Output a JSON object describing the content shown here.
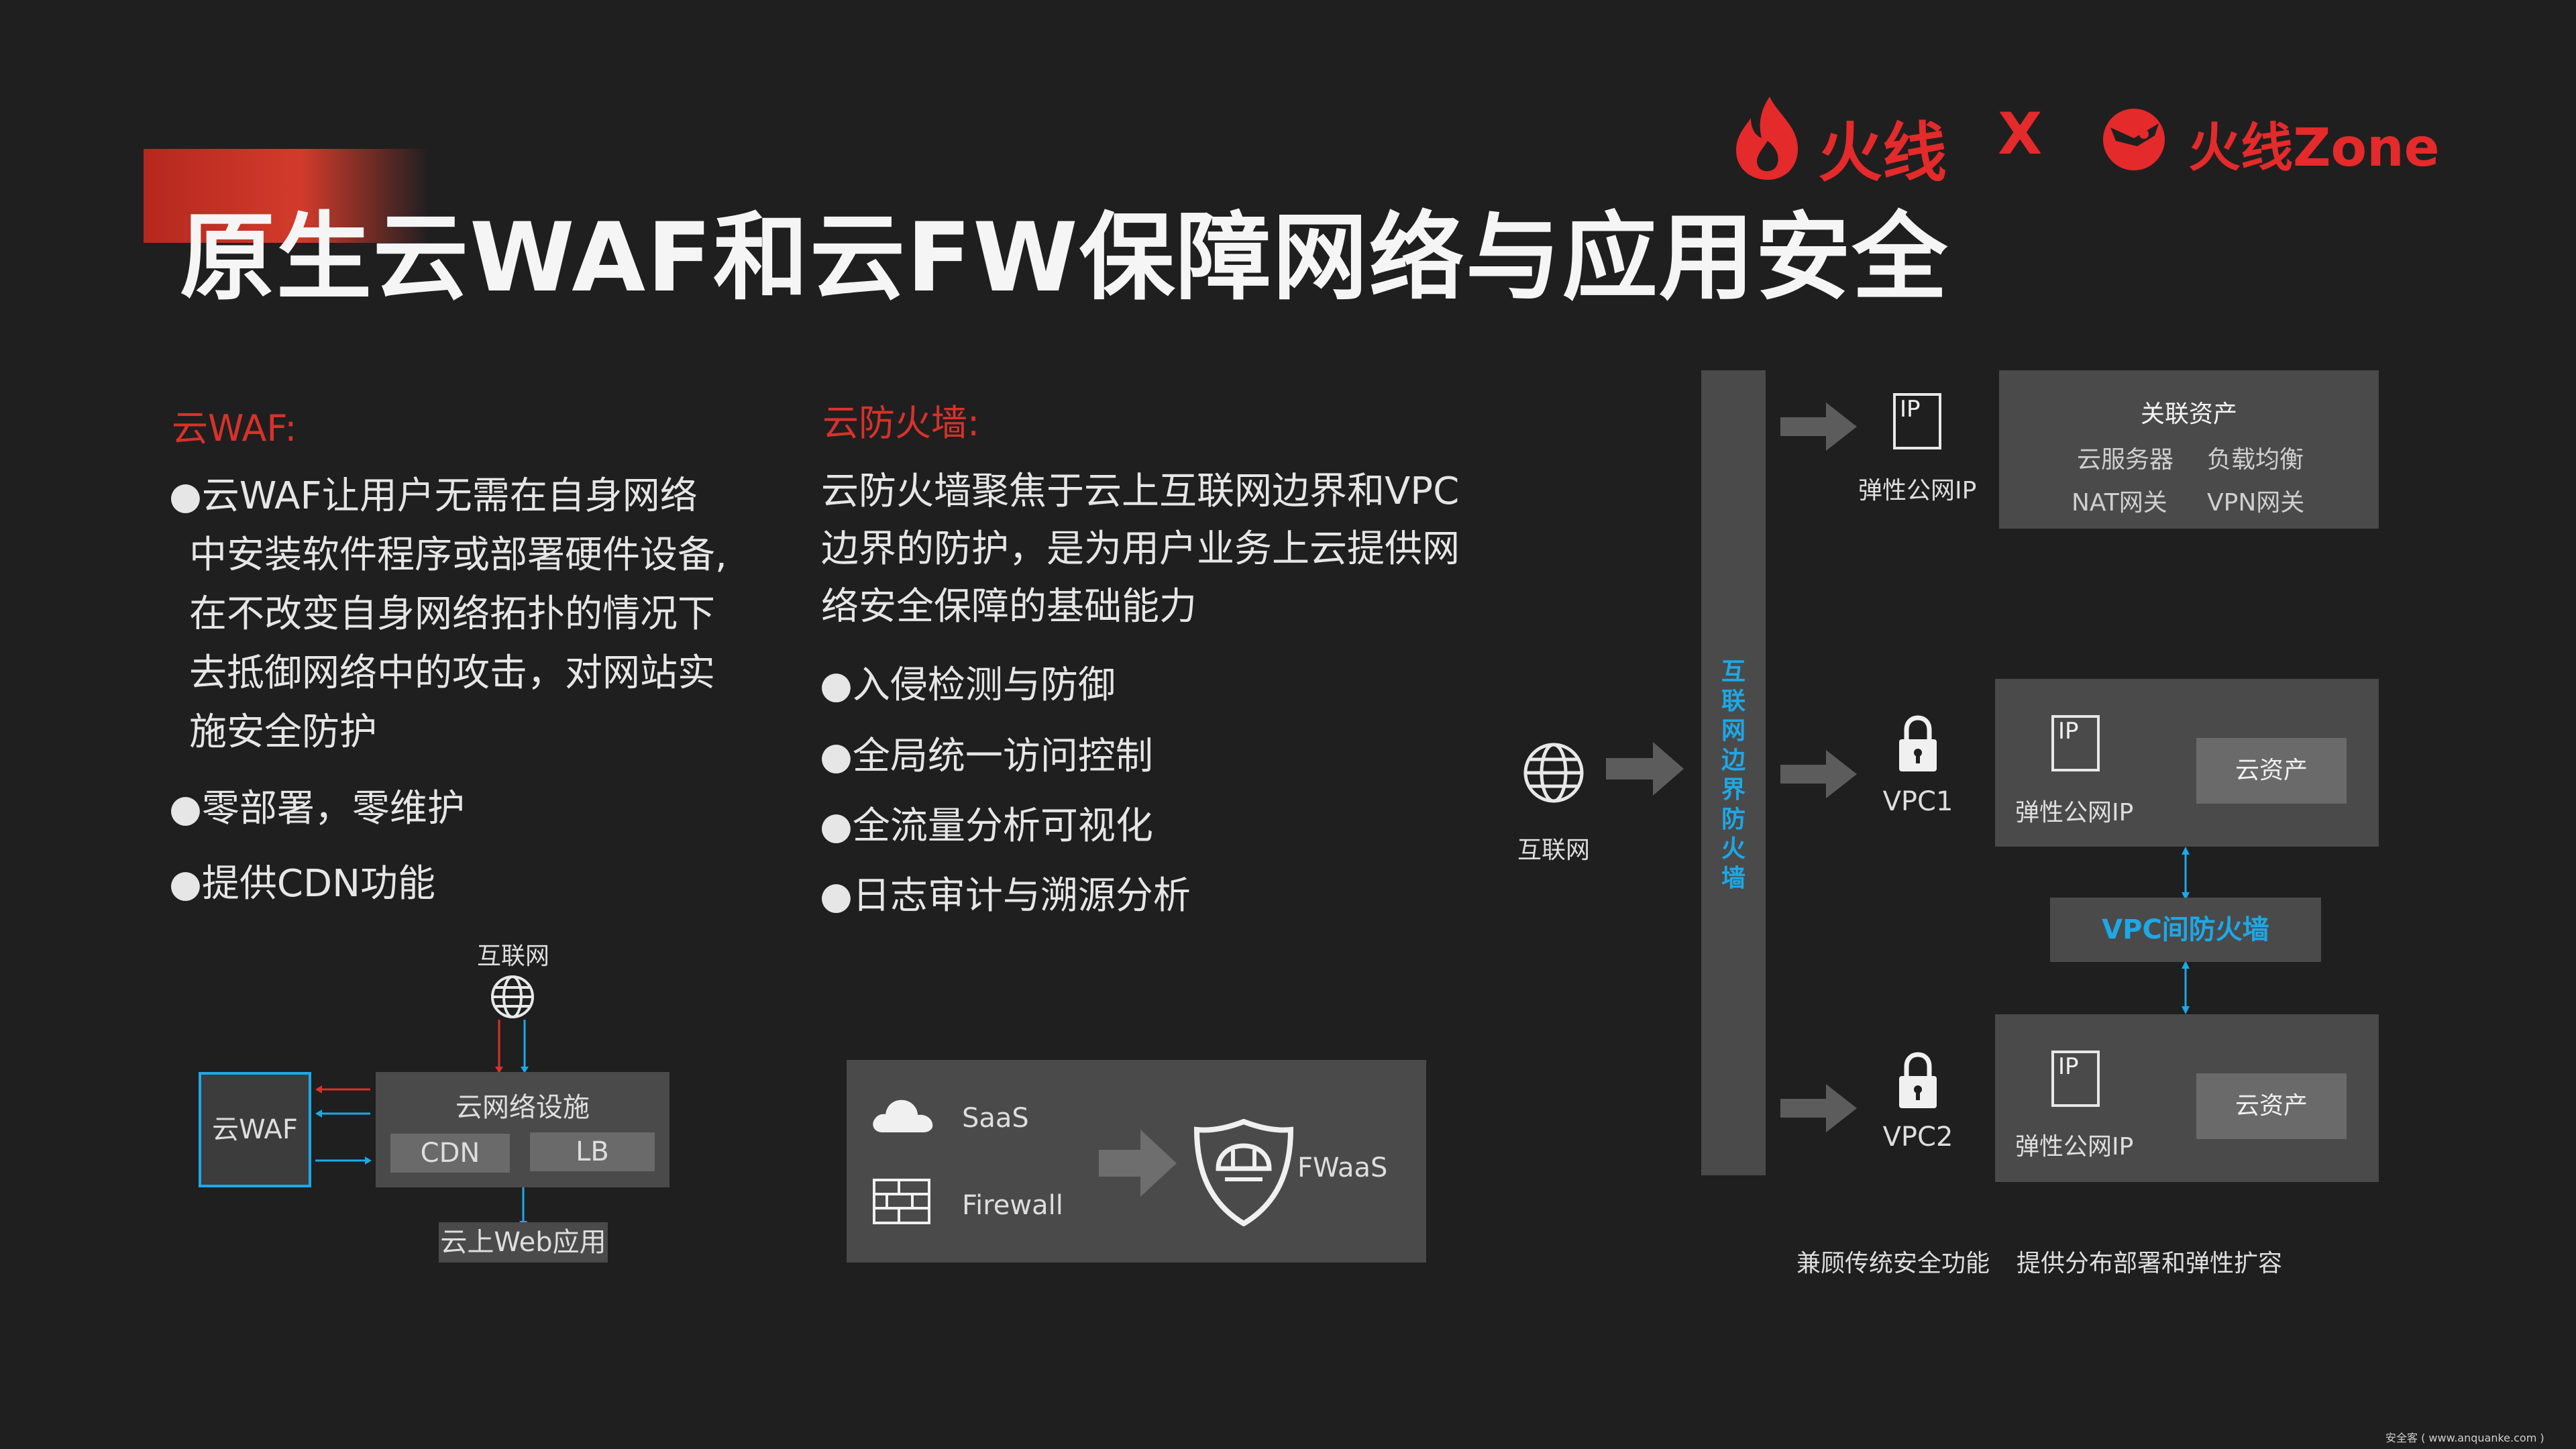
{
  "title": "原生云WAF和云FW保障网络与应用安全",
  "logo": {
    "brand1": "火线",
    "times": "X",
    "brand2": "火线Zone"
  },
  "waf": {
    "heading": "云WAF:",
    "bullet1": [
      "●云WAF让用户无需在自身网络",
      "中安装软件程序或部署硬件设备,",
      "在不改变自身网络拓扑的情况下",
      "去抵御网络中的攻击，对网站实",
      "施安全防护"
    ],
    "bullet2": "●零部署，零维护",
    "bullet3": "●提供CDN功能",
    "diagram": {
      "internet": "互联网",
      "waf_box": "云WAF",
      "infra": "云网络设施",
      "cdn": "CDN",
      "lb": "LB",
      "webapp": "云上Web应用"
    }
  },
  "fw": {
    "heading": "云防火墙:",
    "intro": [
      "云防火墙聚焦于云上互联网边界和VPC",
      "边界的防护，是为用户业务上云提供网",
      "络安全保障的基础能力"
    ],
    "bullets": [
      "●入侵检测与防御",
      "●全局统一访问控制",
      "●全流量分析可视化",
      "●日志审计与溯源分析"
    ],
    "fwaas": {
      "saas": "SaaS",
      "firewall": "Firewall",
      "fwaas": "FWaaS"
    }
  },
  "arch": {
    "internet": "互联网",
    "border_fw": [
      "互",
      "联",
      "网",
      "边",
      "界",
      "防",
      "火",
      "墙"
    ],
    "ip": "IP",
    "eip": "弹性公网IP",
    "assets": {
      "title": "关联资产",
      "cloud_server": "云服务器",
      "lb": "负载均衡",
      "nat": "NAT网关",
      "vpn": "VPN网关"
    },
    "vpc1": "VPC1",
    "vpc2": "VPC2",
    "cloud_asset": "云资产",
    "vpc_fw": "VPC间防火墙",
    "footer1": "兼顾传统安全功能",
    "footer2": "提供分布部署和弹性扩容"
  },
  "watermark": "安全客 ( www.anquanke.com )",
  "colors": {
    "accent_red": "#d8322a",
    "accent_cyan": "#1da8e6",
    "background": "#1f1f20",
    "panel": "#4a4a4b"
  }
}
